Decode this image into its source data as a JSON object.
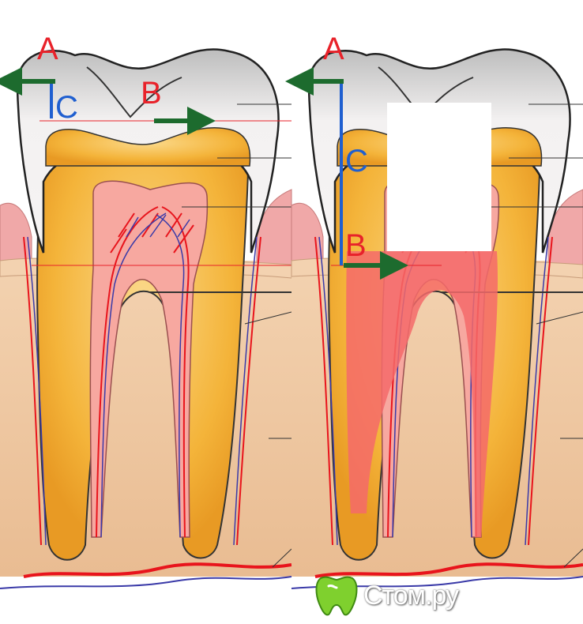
{
  "figure": {
    "left_panel": {
      "labels": {
        "a": "A",
        "b": "B",
        "c": "C"
      }
    },
    "right_panel": {
      "labels": {
        "a": "A",
        "b": "B",
        "c": "C"
      }
    },
    "colors": {
      "enamel": "#f0eeee",
      "dentin": "#f4b43a",
      "pulp": "#f7a8a0",
      "gum": "#f0a8a8",
      "bone": "#efc8a4",
      "artery": "#e8141c",
      "vein": "#3a3aa8",
      "arrow": "#1d6b2e",
      "label_red": "#e8222a",
      "label_blue": "#1f5fd0",
      "exposed_pulp": "#f46a6a"
    },
    "watermark": {
      "text": "Стом.ру"
    }
  }
}
